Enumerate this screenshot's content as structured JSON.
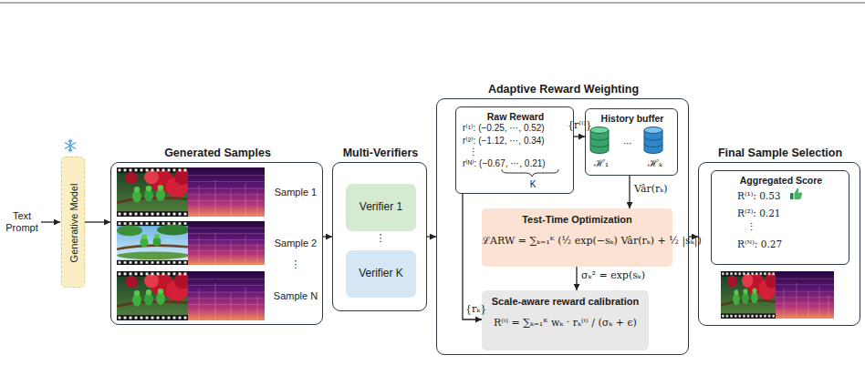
{
  "diagram": {
    "nodes": [
      {
        "text": [
          "Generative Model"
        ]
      },
      {
        "text": [
          "Generated Samples",
          "Sample 1",
          "Sample 2",
          "⋮",
          "Sample N"
        ]
      },
      {
        "text": [
          "Multi-Verifiers",
          "⋮"
        ]
      },
      {
        "text": [
          "Verifier 1"
        ],
        "in": 2
      },
      {
        "text": [
          "Verifier K"
        ],
        "in": 2
      },
      {
        "text": [
          "Adaptive Reward Weighting"
        ]
      },
      {
        "text": [
          "Raw Reward",
          "r⁽¹⁾: (−0.25, ⋯, 0.52)",
          "r⁽²⁾: (−1.12, ⋯, 0.34)",
          "⋮",
          "r⁽ᴺ⁾: (−0.67, ⋯, 0.21)",
          "K"
        ],
        "in": 5
      },
      {
        "text": [
          "History buffer",
          "ℋ₁",
          "⋯",
          "ℋₖ"
        ],
        "in": 5
      },
      {
        "text": [
          "Test-Time Optimization",
          "ℒARW = ∑ₖ₌₁ᴷ (½ exp(−sₖ) Vâr(rₖ) + ½ |sₖ|)"
        ],
        "in": 5
      },
      {
        "text": [
          "Scale-aware reward calibration",
          "R⁽ⁱ⁾ = ∑ₖ₌₁ᴷ wₖ · rₖ⁽ⁱ⁾ / (σₖ + ϵ)"
        ],
        "in": 5
      },
      {
        "text": [
          "Final Sample Selection"
        ]
      },
      {
        "text": [
          "Aggregated Score",
          "R⁽¹⁾: 0.53",
          "R⁽²⁾: 0.21",
          "⋮",
          "R⁽ᴺ⁾: 0.27"
        ],
        "in": 10
      }
    ],
    "edges": [
      {
        "from": 0,
        "to": 1,
        "arrow": "to"
      },
      {
        "from": 1,
        "to": 2,
        "arrow": "to"
      },
      {
        "from": 2,
        "to": 5,
        "arrow": "to"
      },
      {
        "from": 5,
        "to": 10,
        "arrow": "to"
      },
      {
        "from": 6,
        "to": 7,
        "label": "{r⁽ⁱ⁾}",
        "arrow": "to"
      },
      {
        "from": 7,
        "to": 8,
        "label": "Vâr(rₖ)",
        "arrow": "to"
      },
      {
        "from": 8,
        "to": 9,
        "label": "σₖ² = exp(sₖ)",
        "arrow": "to"
      },
      {
        "from": 6,
        "to": 9,
        "label": "{rₖ}",
        "arrow": "to"
      }
    ],
    "labels": [
      "Text Prompt"
    ]
  }
}
